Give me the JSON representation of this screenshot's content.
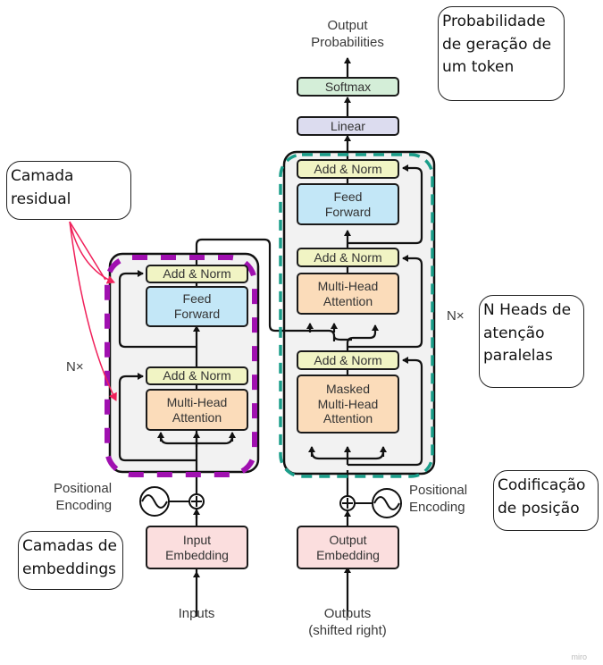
{
  "encoder": {
    "add_norm_top": "Add & Norm",
    "feed_forward": "Feed\nForward",
    "add_norm_bottom": "Add & Norm",
    "multi_head_attention": "Multi-Head\nAttention",
    "nx": "N×",
    "positional_encoding": "Positional\nEncoding",
    "input_embedding": "Input\nEmbedding",
    "inputs": "Inputs"
  },
  "decoder": {
    "output_probabilities": "Output\nProbabilities",
    "softmax": "Softmax",
    "linear": "Linear",
    "add_norm_top": "Add & Norm",
    "feed_forward": "Feed\nForward",
    "add_norm_mid": "Add & Norm",
    "multi_head_attention": "Multi-Head\nAttention",
    "add_norm_bottom": "Add & Norm",
    "masked_multi_head_attention": "Masked\nMulti-Head\nAttention",
    "nx": "N×",
    "positional_encoding": "Positional\nEncoding",
    "output_embedding": "Output\nEmbedding",
    "outputs": "Outputs\n(shifted right)"
  },
  "notes": {
    "residual": "Camada\nresidual",
    "embeddings": "Camadas de\nembeddings",
    "probability": "Probabilidade\nde geração de\num token",
    "heads": "N Heads de\natenção\nparalelas",
    "positional": "Codificação\nde posição"
  },
  "watermark": "miro",
  "colors": {
    "encoder_highlight": "#a010b0",
    "decoder_highlight": "#1a9e8a",
    "residual_arrow": "#f0205a"
  }
}
